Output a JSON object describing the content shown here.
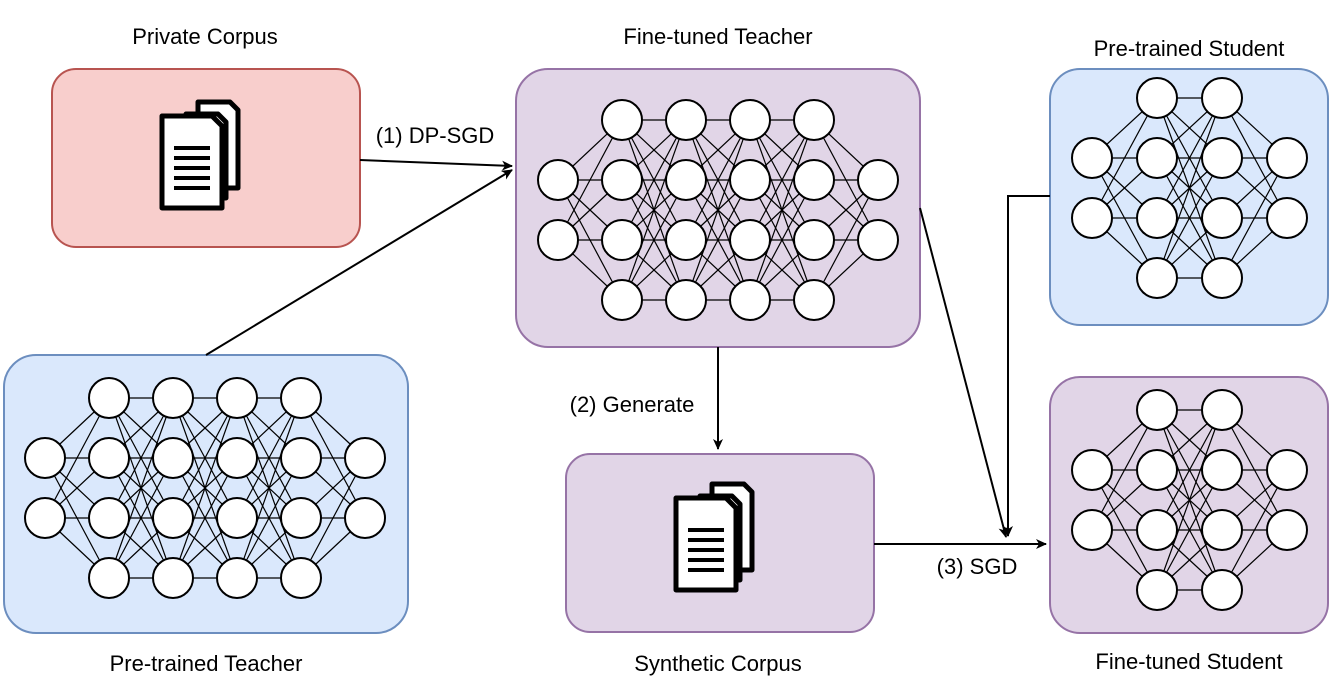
{
  "diagram": {
    "colors": {
      "red_fill": "#f8cecc",
      "red_stroke": "#b85450",
      "purple_fill": "#e1d5e7",
      "purple_stroke": "#9673a6",
      "blue_fill": "#dae8fc",
      "blue_stroke": "#6c8ebf"
    },
    "boxes": {
      "private_corpus": {
        "label": "Private Corpus",
        "content": "document-stack-icon"
      },
      "fine_tuned_teacher": {
        "label": "Fine-tuned Teacher",
        "content": "neural-network-icon"
      },
      "pre_trained_student": {
        "label": "Pre-trained Student",
        "content": "neural-network-icon"
      },
      "pre_trained_teacher": {
        "label": "Pre-trained Teacher",
        "content": "neural-network-icon"
      },
      "synthetic_corpus": {
        "label": "Synthetic Corpus",
        "content": "document-stack-icon"
      },
      "fine_tuned_student": {
        "label": "Fine-tuned Student",
        "content": "neural-network-icon"
      }
    },
    "edges": {
      "dp_sgd": "(1) DP-SGD",
      "generate": "(2) Generate",
      "sgd": "(3) SGD"
    }
  }
}
